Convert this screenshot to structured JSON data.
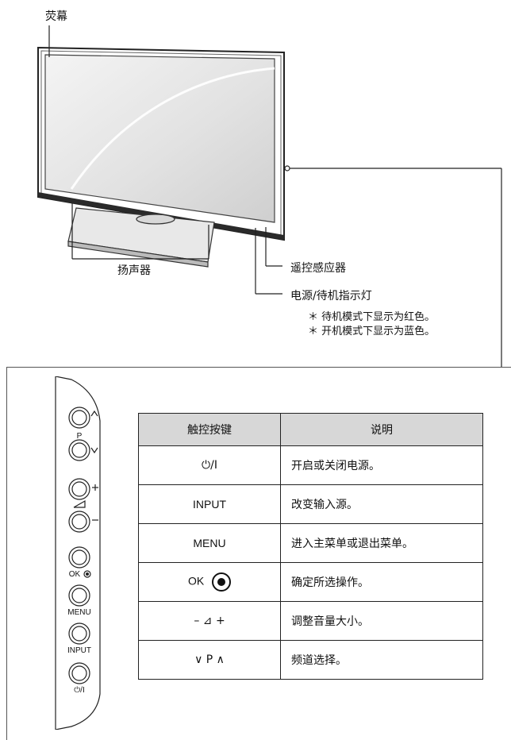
{
  "labels": {
    "screen": "荧幕",
    "speaker": "扬声器",
    "remote_sensor": "遥控感应器",
    "power_indicator": "电源/待机指示灯",
    "note_standby": "＊ 待机模式下显示为红色。",
    "note_on": "＊ 开机模式下显示为蓝色。"
  },
  "side_panel": {
    "labels": {
      "channel": "P",
      "ok": "OK",
      "menu": "MENU",
      "input": "INPUT",
      "power": "⏻/I"
    }
  },
  "table": {
    "headers": [
      "触控按键",
      "说明"
    ],
    "rows": [
      {
        "key": "⏻/I",
        "desc": "开启或关闭电源。"
      },
      {
        "key": "INPUT",
        "desc": "改变输入源。"
      },
      {
        "key": "MENU",
        "desc": "进入主菜单或退出菜单。"
      },
      {
        "key": "OK",
        "desc": "确定所选操作。"
      },
      {
        "key": "–  ⊿  +",
        "desc": "调整音量大小。"
      },
      {
        "key": "∨  P  ∧",
        "desc": "频道选择。"
      }
    ]
  }
}
